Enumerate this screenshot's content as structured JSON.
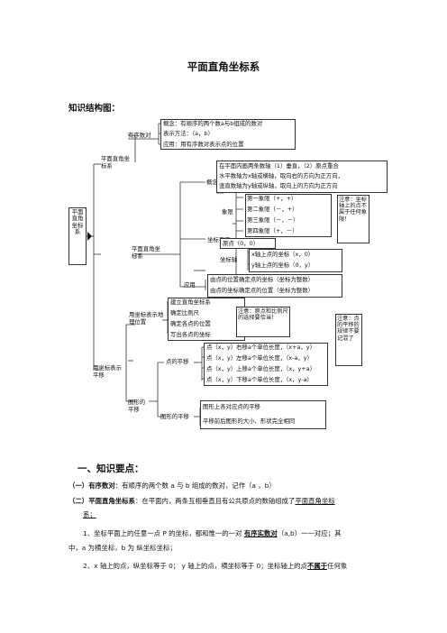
{
  "title": "平面直角坐标系",
  "structure_label": "知识结构图：",
  "diagram": {
    "root": "平面直角坐标系",
    "branch1": "平面直角坐标系",
    "b1_ordered": "有序数对",
    "b1_concept": "概念：有顺序的两个数a与b组成的数对",
    "b1_notation": "表示方法：（a，b）",
    "b1_apply": "应用：用有序数对表示点的位置",
    "branch2": "平面直角坐标系",
    "concept_label": "概念",
    "concept_lines": [
      "在平面内画两条数轴（1）垂直，（2）原点重合",
      "水平数轴为x轴或横轴，取向右的方向为正方向，",
      "竖直数轴为y轴或纵轴，取向上的方向为正方向"
    ],
    "plane_label": "坐标平面",
    "quadrant_label": "象限",
    "quadrants": [
      "第一象限（+，+）",
      "第二象限（－，+）",
      "第三象限（－，－）",
      "第四象限（+，－）"
    ],
    "origin": "原点（0，0）",
    "axis_label": "坐标轴",
    "axis_items": [
      "x轴上点的坐标（x，0）",
      "y轴上点的坐标（0，y）"
    ],
    "note1": "注意：坐标轴上的点不属于任何象限！",
    "apply_label": "应用",
    "apply_items": [
      "由点的位置确定点的坐标（坐标为整数）",
      "由点的坐标确定点的位置（坐标为整数）"
    ],
    "branch3": "用坐标表示平移",
    "geo_label": "用坐标表示地理位置",
    "geo_items": [
      "建立直角坐标系",
      "确定比例尺",
      "确定各点的位置",
      "写出各点的坐标"
    ],
    "note2": "注意：原点和比例尺的选择要恰当！",
    "translate_label": "图形的平移",
    "point_translate": "点的平移",
    "point_items": [
      "点（x，y）右移a个单位长度，（x+a，y）",
      "点（x，y）左移a个单位长度，（x-a，y）",
      "点（x，y）上移a个单位长度，（x，y+a）",
      "点（x，y）下移a个单位长度，（x，y-a）"
    ],
    "note3": "注意：点的平移的规律不要记混了",
    "shape_translate": "图形的平移",
    "shape_items": [
      "图形上各对应点的平移",
      "平移前后图形的大小、形状完全相同"
    ]
  },
  "section1": "一、知识要点：",
  "points": {
    "p1_num": "（一）",
    "p1_term": "有序数对",
    "p1_text": "：有顺序的两个数 a 与 b 组成的数对，记作（a ，b）",
    "p2_num": "（二）",
    "p2_term": "平面直角坐标系",
    "p2_text_a": "：在平面内，两条互相垂直且有公共原点的数轴组成了",
    "p2_text_b": "平面直角坐标",
    "p2_text_c": "系；",
    "p3_a": "1、坐标平面上的任意一点 P 的坐标，都和惟一的一对 ",
    "p3_b": "有序实数对",
    "p3_c": "（a,b）一一对应；其",
    "p3_d": "中，a 为横坐标，b 为 纵坐标坐标；",
    "p4_a": "2、x 轴上的点，纵坐标等于 0； y 轴上的点，横坐标等于 0；坐标轴上的点",
    "p4_b": "不属于",
    "p4_c": "任何象"
  }
}
